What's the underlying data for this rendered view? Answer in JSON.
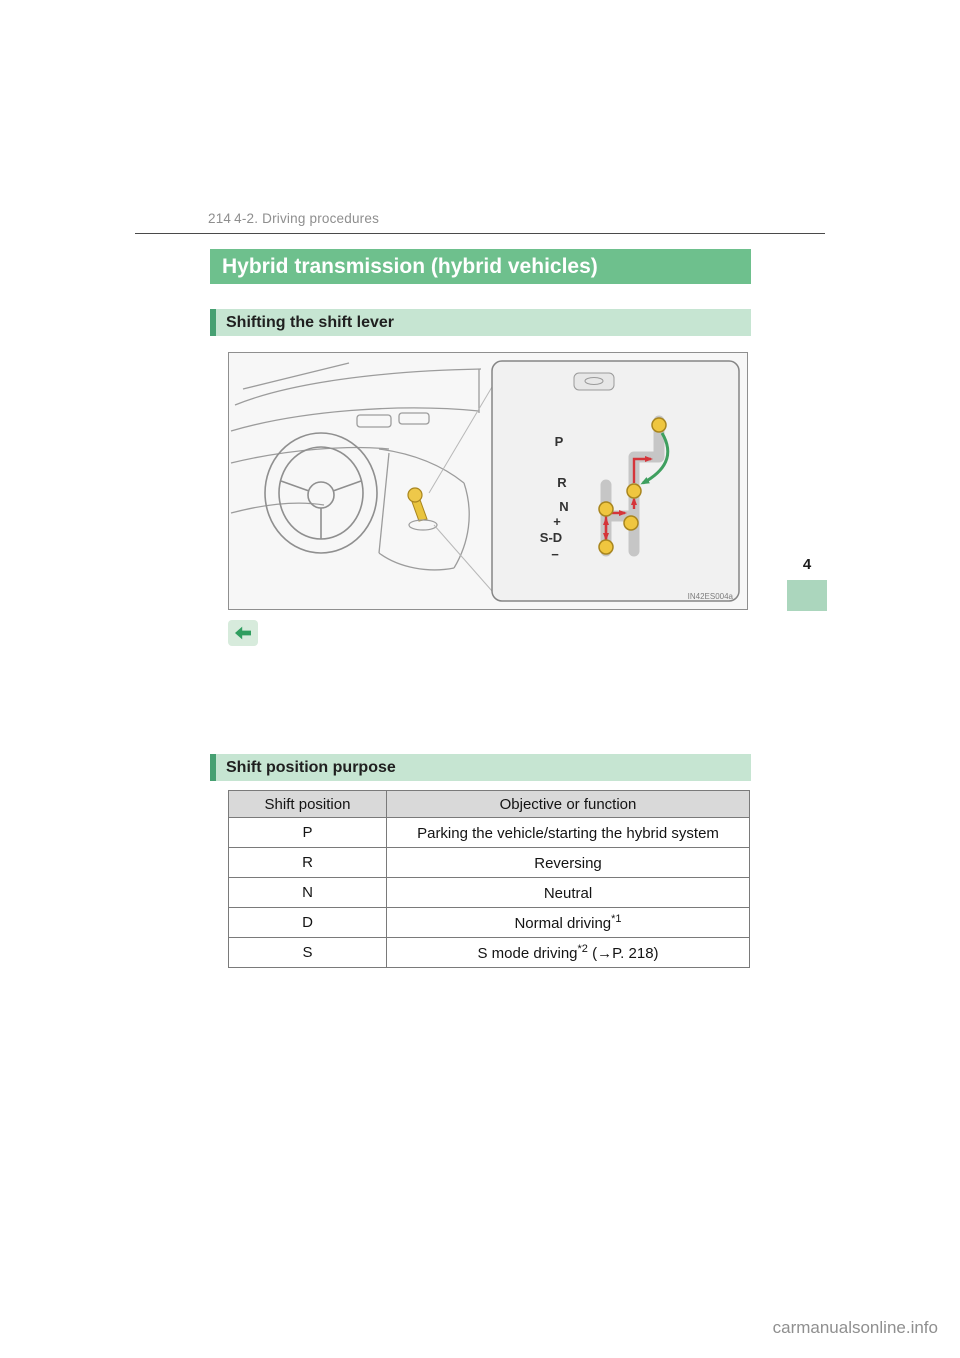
{
  "header": {
    "page_number": "214",
    "section": "4-2. Driving procedures"
  },
  "chapter_tab": {
    "number": "4"
  },
  "title_banner": "Hybrid transmission (hybrid vehicles)",
  "sections": {
    "shifting": {
      "heading": "Shifting the shift lever"
    },
    "purpose": {
      "heading": "Shift position purpose"
    }
  },
  "figure": {
    "code": "IN42ES004a",
    "gate_labels": [
      "P",
      "R",
      "N",
      "+",
      "S-D",
      "−"
    ],
    "colors": {
      "highlight_yellow": "#efc63f",
      "path_red": "#d5353a",
      "path_green": "#3f9f5f"
    }
  },
  "note_icon": "left-arrow",
  "table": {
    "headers": [
      "Shift position",
      "Objective or function"
    ],
    "rows": [
      {
        "position": "P",
        "fn_pre": "Parking the vehicle/starting the hybrid system",
        "fn_sup": "",
        "fn_post": ""
      },
      {
        "position": "R",
        "fn_pre": "Reversing",
        "fn_sup": "",
        "fn_post": ""
      },
      {
        "position": "N",
        "fn_pre": "Neutral",
        "fn_sup": "",
        "fn_post": ""
      },
      {
        "position": "D",
        "fn_pre": "Normal driving",
        "fn_sup": "*1",
        "fn_post": ""
      },
      {
        "position": "S",
        "fn_pre": "S mode driving",
        "fn_sup": "*2",
        "fn_post": " (→P. 218)"
      }
    ]
  },
  "watermark": "carmanualsonline.info"
}
